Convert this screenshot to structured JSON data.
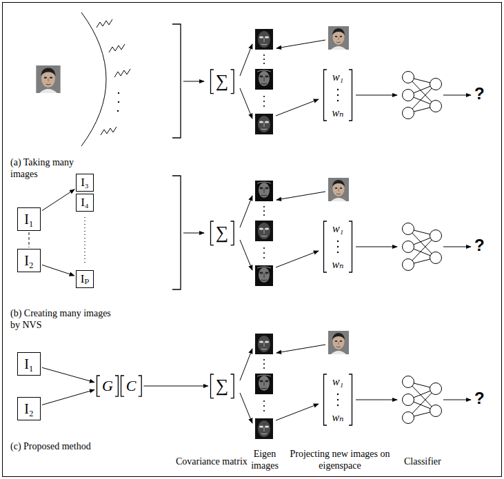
{
  "diagram": {
    "nodes": [
      {
        "text": [
          "∑"
        ]
      },
      {
        "text": [
          "w₁",
          "wₙ"
        ]
      },
      {
        "text": [
          "I₁"
        ]
      },
      {
        "text": [
          "I₂"
        ]
      },
      {
        "text": [
          "I₃"
        ]
      },
      {
        "text": [
          "I₄"
        ]
      },
      {
        "text": [
          "Iₚ"
        ]
      },
      {
        "text": [
          "∑"
        ]
      },
      {
        "text": [
          "w₁",
          "wₙ"
        ]
      },
      {
        "text": [
          "I₁"
        ]
      },
      {
        "text": [
          "I₂"
        ]
      },
      {
        "text": [
          "G"
        ]
      },
      {
        "text": [
          "C"
        ]
      },
      {
        "text": [
          "∑"
        ]
      },
      {
        "text": [
          "w₁",
          "wₙ"
        ]
      }
    ],
    "edges": [
      {
        "from": 2,
        "to": 4,
        "arrow": "to"
      },
      {
        "from": 3,
        "to": 6,
        "arrow": "to"
      },
      {
        "from": 2,
        "to": 3,
        "arrow": "none"
      },
      {
        "from": 9,
        "to": 11,
        "arrow": "to"
      },
      {
        "from": 10,
        "to": 11,
        "arrow": "to"
      },
      {
        "from": 12,
        "to": 13,
        "arrow": "to"
      }
    ],
    "labels": [
      "(a) Taking many images",
      "(b) Creating many images by NVS",
      "(c) Proposed method",
      "Covariance matrix",
      "Eigen images",
      "Projecting new images on eigenspace",
      "Classifier",
      "?",
      "?",
      "?"
    ]
  }
}
